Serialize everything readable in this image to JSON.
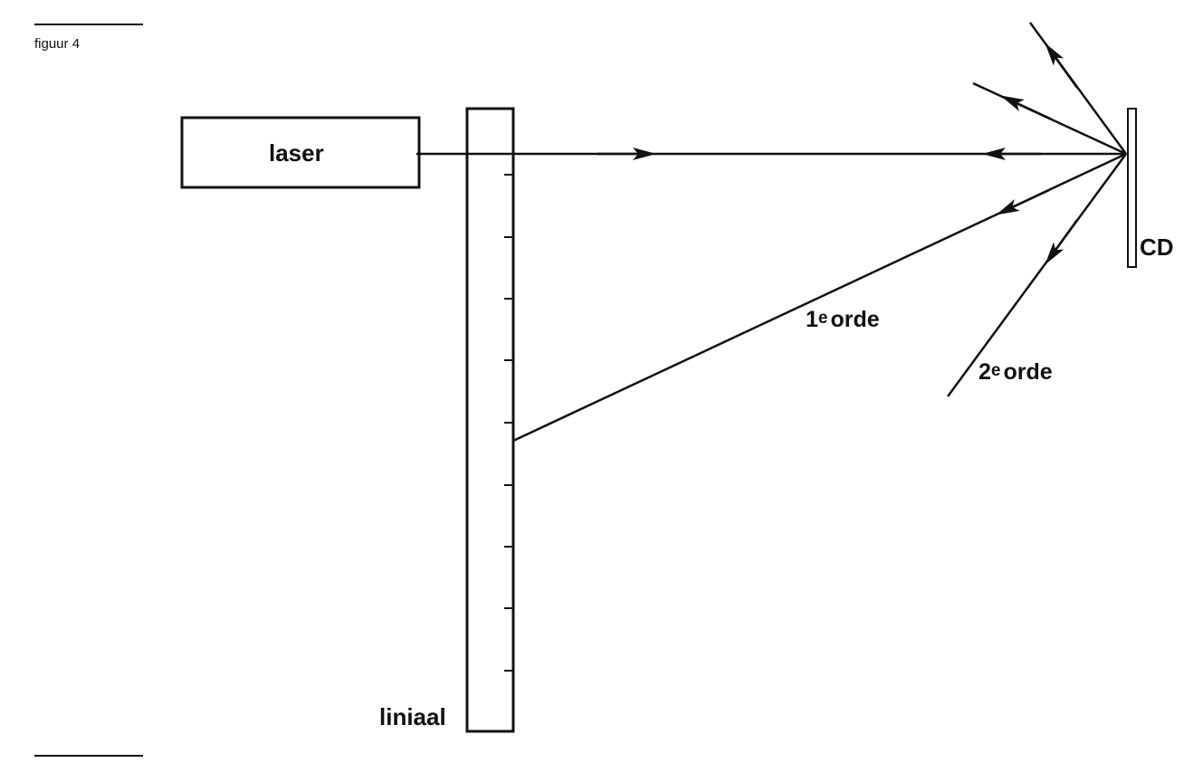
{
  "figure": {
    "caption": "figuur 4"
  },
  "labels": {
    "laser": "laser",
    "ruler": "liniaal",
    "cd": "CD",
    "first_order_number": "1",
    "first_order_sup": "e",
    "first_order_word": "orde",
    "second_order_number": "2",
    "second_order_sup": "e",
    "second_order_word": "orde"
  },
  "colors": {
    "line": "#111111",
    "background": "#ffffff"
  }
}
